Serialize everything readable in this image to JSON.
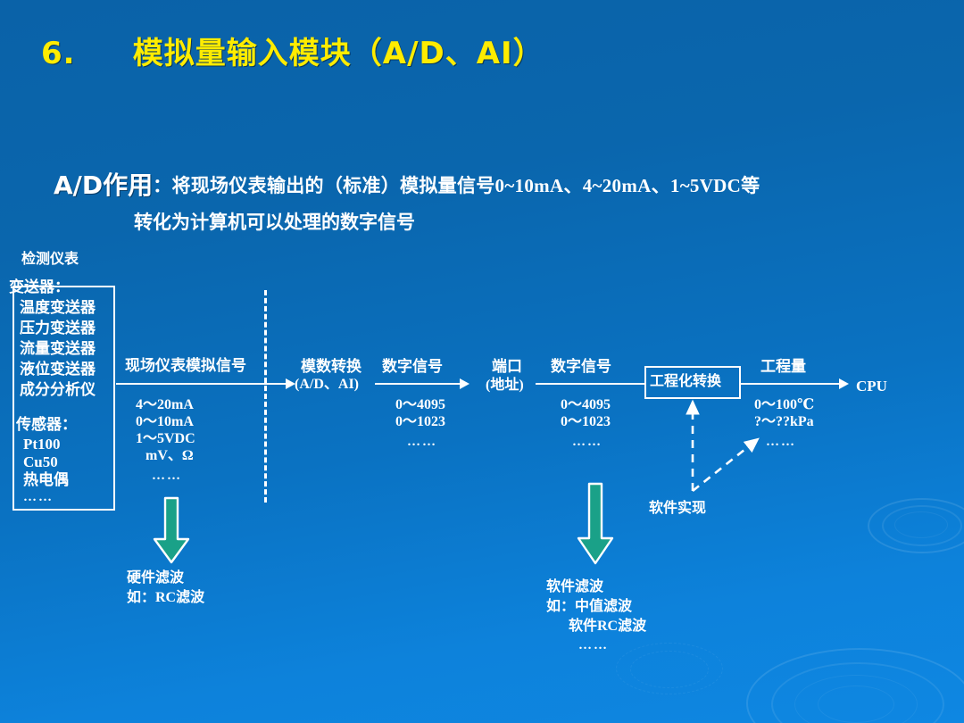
{
  "slide": {
    "background_top_color": "#0a62a8",
    "background_bottom_color": "#0e87e2",
    "title_color": "#ffec00",
    "text_color": "#ffffff",
    "arrow_green_color": "#1aa188"
  },
  "title": {
    "number": "6.",
    "text": "模拟量输入模块（A/D、AI）",
    "full": "6.     模拟量输入模块（A/D、AI）"
  },
  "ad_description": {
    "lead": "A/D作用",
    "line1": "：将现场仪表输出的（标准）模拟量信号0~10mA、4~20mA、1~5VDC等",
    "line2": "转化为计算机可以处理的数字信号"
  },
  "diagram": {
    "instruments_caption": "检测仪表",
    "instruments_box": {
      "group1_title": "变送器：",
      "group1_items": [
        "温度变送器",
        "压力变送器",
        "流量变送器",
        "液位变送器",
        "成分分析仪"
      ],
      "group2_title": "传感器：",
      "group2_items": [
        "Pt100",
        "Cu50",
        "热电偶"
      ],
      "ellipsis": "……"
    },
    "stage_field_signal": {
      "label": "现场仪表模拟信号",
      "values": [
        "4～20mA",
        "0～10mA",
        "1～5VDC",
        "mV、Ω"
      ],
      "ellipsis": "……"
    },
    "stage_ad": {
      "label_line1": "模数转换",
      "label_line2": "(A/D、AI)"
    },
    "stage_digital_1": {
      "label": "数字信号",
      "values": [
        "0～4095",
        "0～1023"
      ],
      "ellipsis": "……"
    },
    "stage_port": {
      "label_line1": "端口",
      "label_line2": "(地址)"
    },
    "stage_digital_2": {
      "label": "数字信号",
      "values": [
        "0～4095",
        "0～1023"
      ],
      "ellipsis": "……"
    },
    "stage_eng_conversion": {
      "box_label": "工程化转换"
    },
    "stage_eng_value": {
      "label": "工程量",
      "values": [
        "0～100℃",
        "?～??kPa"
      ],
      "ellipsis": "……"
    },
    "cpu_label": "CPU",
    "software_note": "软件实现",
    "hardware_filter": {
      "line1": "硬件滤波",
      "line2": "如：RC滤波"
    },
    "software_filter": {
      "line1": "软件滤波",
      "line2": "如：中值滤波",
      "line3": "软件RC滤波",
      "line4": "……"
    }
  }
}
